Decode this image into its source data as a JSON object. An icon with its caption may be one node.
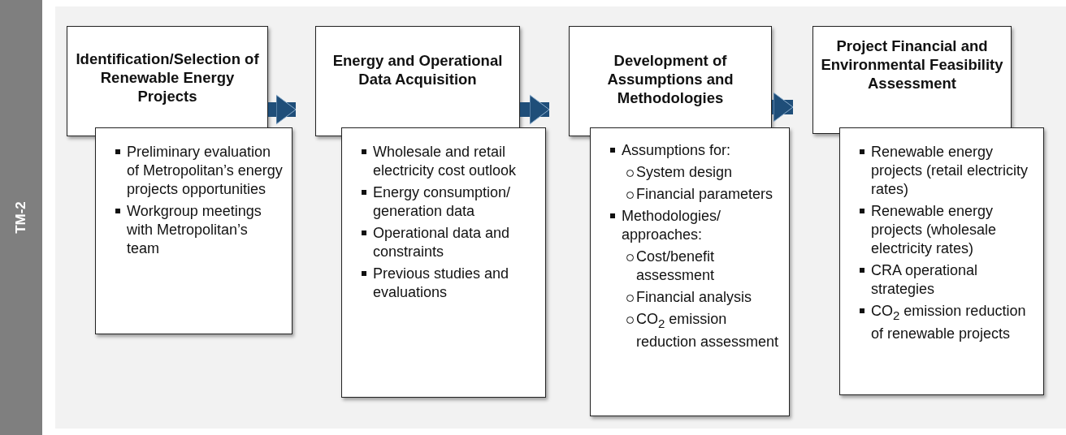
{
  "diagram": {
    "nodes": [
      {
        "text": [
          "TM-2"
        ]
      },
      {
        "text": [
          "Identification/Selection of Renewable Energy Projects"
        ]
      },
      {
        "text": [
          "Preliminary evaluation of Metropolitan’s energy projects opportunities",
          "Workgroup meetings with Metropolitan’s team"
        ]
      },
      {
        "text": [
          "Energy and Operational Data Acquisition"
        ]
      },
      {
        "text": [
          "Wholesale and retail electricity cost outlook",
          "Energy consumption/ generation data",
          "Operational data and constraints",
          "Previous studies and evaluations"
        ]
      },
      {
        "text": [
          "Development of Assumptions and Methodologies"
        ]
      },
      {
        "text": [
          "Assumptions for:",
          "System design",
          "Financial parameters",
          "Methodologies/ approaches:",
          "Cost/benefit assessment",
          "Financial analysis",
          "CO$_{2}$ emission reduction assessment"
        ]
      },
      {
        "text": [
          "Project Financial and Environmental Feasibility Assessment"
        ]
      },
      {
        "text": [
          "Renewable energy projects (retail electricity rates)",
          "Renewable energy projects (wholesale electricity rates)",
          "CRA operational strategies",
          "CO$_{2}$ emission reduction of renewable projects"
        ]
      }
    ],
    "edges": [
      {
        "from": 1,
        "to": 3,
        "arrow": "to"
      },
      {
        "from": 3,
        "to": 5,
        "arrow": "to"
      },
      {
        "from": 5,
        "to": 7,
        "arrow": "to"
      }
    ]
  }
}
